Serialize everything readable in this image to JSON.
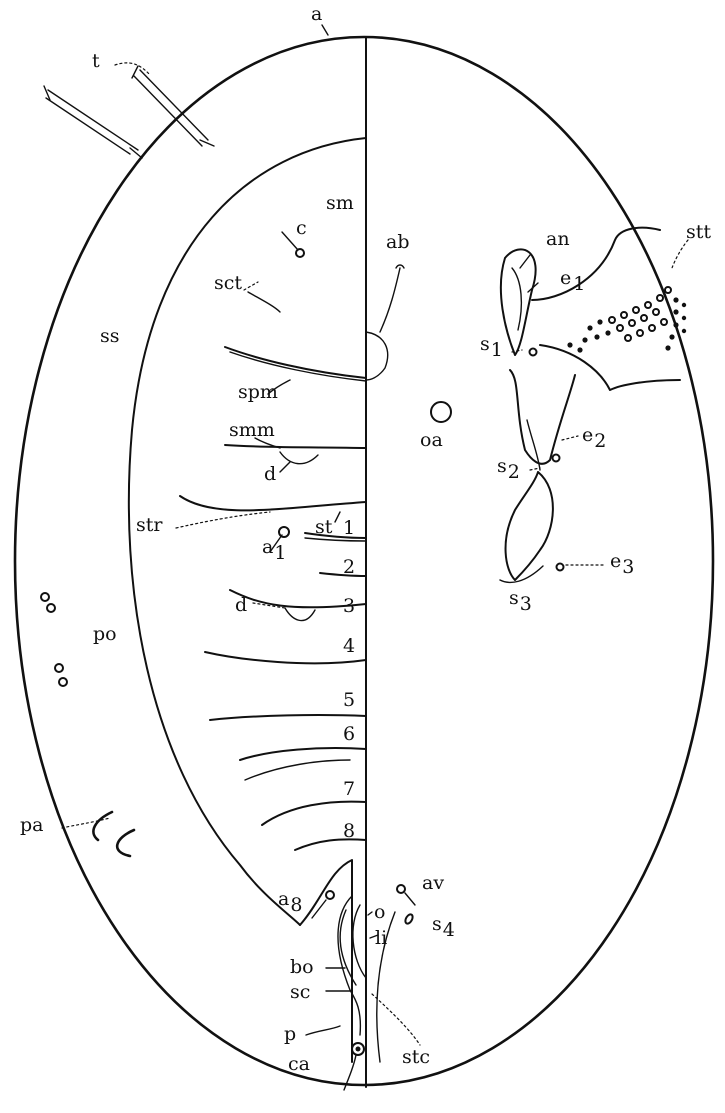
{
  "labels": {
    "a": "a",
    "t": "t",
    "sm": "sm",
    "c": "c",
    "ab": "ab",
    "an": "an",
    "e1": "e",
    "e1_sub": "1",
    "stt": "stt",
    "sct": "sct",
    "ss": "ss",
    "s1": "s",
    "s1_sub": "1",
    "spm": "spm",
    "oa": "oa",
    "smm": "smm",
    "e2": "e",
    "e2_sub": "2",
    "s2": "s",
    "s2_sub": "2",
    "d_upper": "d",
    "str": "str",
    "st": "st",
    "a1": "a",
    "a1_sub": "1",
    "e3": "e",
    "e3_sub": "3",
    "s3": "s",
    "s3_sub": "3",
    "po": "po",
    "d_lower": "d",
    "pa": "pa",
    "a8": "a",
    "a8_sub": "8",
    "av": "av",
    "o": "o",
    "s4": "s",
    "s4_sub": "4",
    "li": "li",
    "bo": "bo",
    "sc": "sc",
    "p": "p",
    "stc": "stc",
    "ca": "ca"
  },
  "segments": [
    "1",
    "2",
    "3",
    "4",
    "5",
    "6",
    "7",
    "8"
  ]
}
